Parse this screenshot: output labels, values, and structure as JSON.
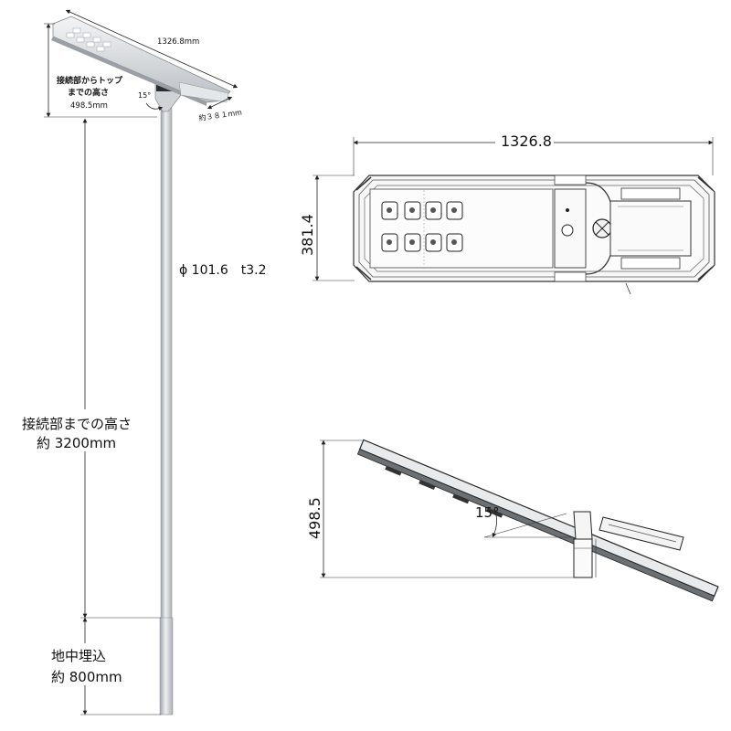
{
  "pole_view": {
    "top_width": "1326.8mm",
    "connection_to_top_label_1": "接続部からトップ",
    "connection_to_top_label_2": "までの高さ",
    "connection_to_top_value": "498.5mm",
    "tilt_angle": "15°",
    "depth": "約３８１mm",
    "pole_spec": "ϕ 101.6　t3.2",
    "height_label": "接続部までの高さ",
    "height_value": "約 3200mm",
    "buried_label": "地中埋込",
    "buried_value": "約 800mm"
  },
  "top_view": {
    "width": "1326.8",
    "height": "381.4"
  },
  "side_view": {
    "height": "498.5",
    "angle": "15°"
  },
  "colors": {
    "line": "#222222",
    "pole": "#c9cdd1",
    "panel": "#dfe3e6"
  }
}
